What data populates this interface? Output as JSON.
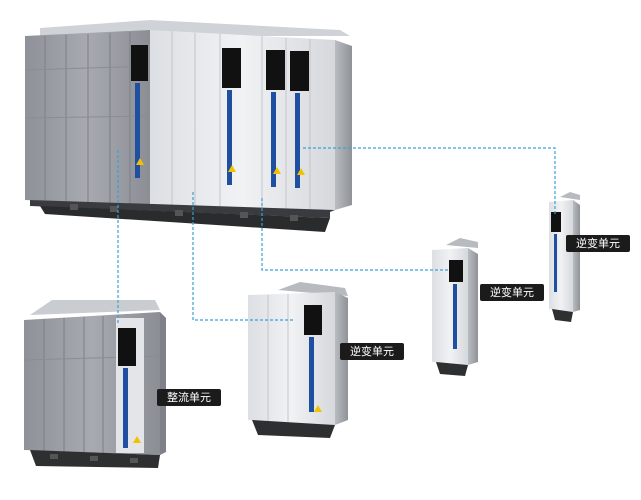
{
  "labels": {
    "rectifier": "整流单元",
    "inverter_1": "逆变单元",
    "inverter_2": "逆变单元",
    "inverter_3": "逆变单元"
  },
  "colors": {
    "connector_line": "#3aa0d8",
    "cabinet_gray": "#9da0a6",
    "cabinet_light": "#e9ebee",
    "front_panel": "#111111",
    "accent_stripe": "#1f4fa0",
    "label_bg": "#1b1b1b"
  }
}
